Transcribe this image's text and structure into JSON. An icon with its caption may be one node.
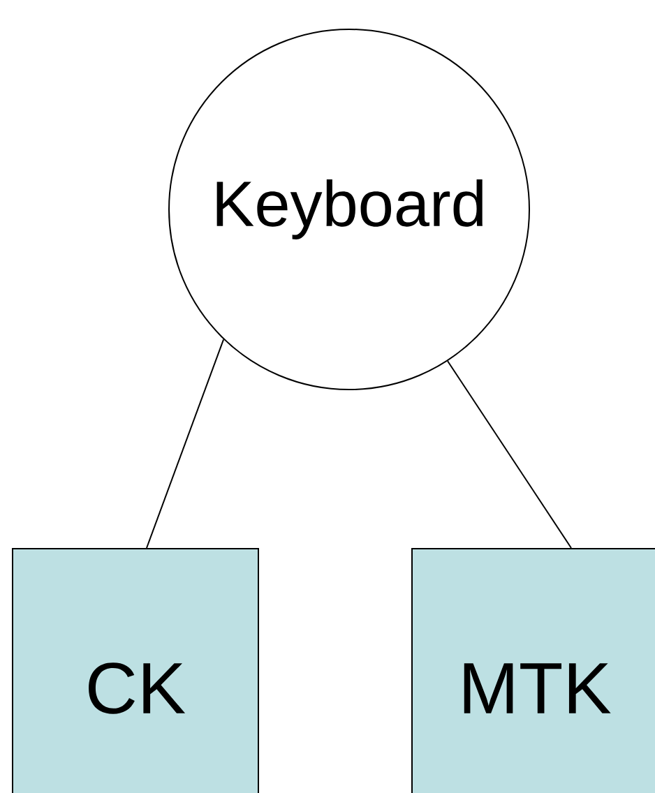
{
  "diagram": {
    "nodes": [
      {
        "text": [
          "Keyboard"
        ]
      },
      {
        "text": [
          "CK"
        ]
      },
      {
        "text": [
          "MTK"
        ]
      }
    ],
    "edges": [
      {
        "from": 0,
        "to": 1,
        "arrow": "none"
      },
      {
        "from": 0,
        "to": 2,
        "arrow": "none"
      }
    ]
  }
}
